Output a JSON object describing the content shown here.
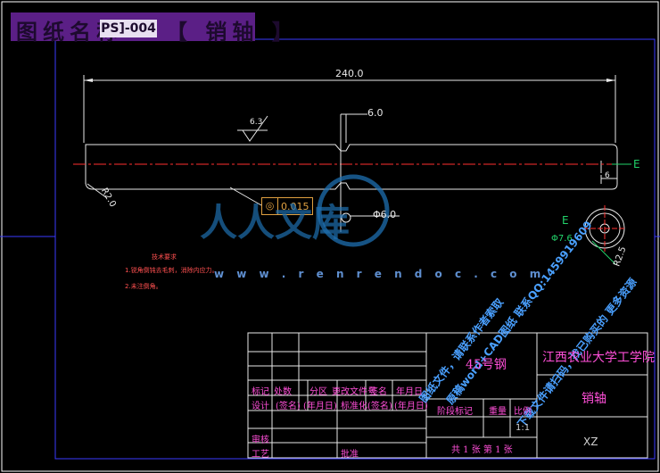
{
  "title": {
    "prefix": "图纸名称",
    "code": "PS]-004",
    "part": "【 销轴 】"
  },
  "dims": {
    "length": "240.0",
    "groove_width": "6.0",
    "roughness": "6.3",
    "left_radius": "R2.0",
    "groove_dia": "Φ6.0",
    "right_step": "6",
    "section_label": "E",
    "section_radius": "R2.5",
    "section_dim": "Φ7.6",
    "section_e": "E"
  },
  "tolerance": {
    "symbol": "◎",
    "value": "0.015"
  },
  "notes": {
    "heading": "技术要求",
    "items": [
      "1.锐角倒钝去毛刺，消除内应力。",
      "2.未注倒角。"
    ]
  },
  "title_block": {
    "material": "45号钢",
    "school": "江西农业大学工学院",
    "part_name": "销轴",
    "code": "XZ",
    "scale_label": "比例",
    "scale_value": "1:1",
    "weight_label": "重量",
    "stage_label": "阶段标记",
    "sheets": "共 1 张  第 1 张",
    "row1": [
      "标记",
      "处数",
      "分区",
      "更改文件号",
      "签名",
      "年月日"
    ],
    "row2": [
      "设计",
      "(签名)",
      "(年月日)",
      "标准化",
      "(签名)",
      "(年月日)"
    ],
    "audit": "审核",
    "process": "工艺",
    "approve": "批准"
  },
  "watermark": {
    "brand": "人人文库",
    "url": "w w w . r e n r e n d o c . c o m",
    "diag1": "图纸文件，请联系作者索取",
    "diag2": "原稿word+CAD图纸 联系QQ:1459919609",
    "diag3": "下载文件请扫码，找已购买的 更多资源"
  }
}
